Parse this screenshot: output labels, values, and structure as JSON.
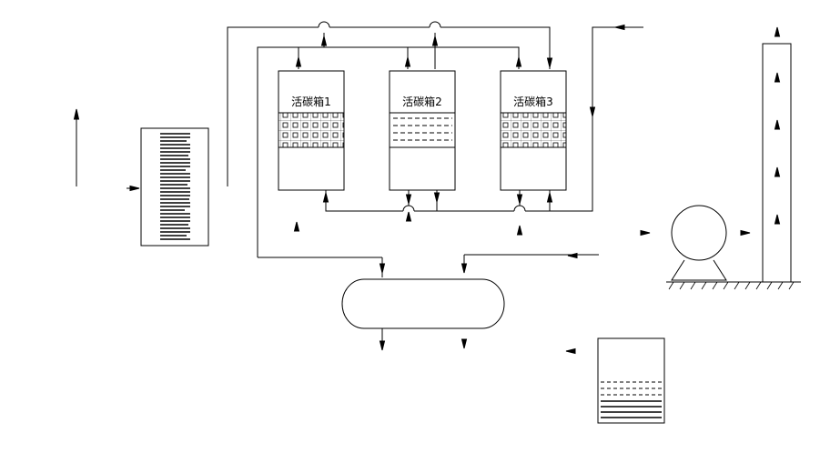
{
  "canvas": {
    "background": "#ffffff",
    "stroke": "#000000"
  },
  "boxes": [
    {
      "id": "box1",
      "label": "活碳箱1",
      "fill": "squares"
    },
    {
      "id": "box2",
      "label": "活碳箱2",
      "fill": "dashes"
    },
    {
      "id": "box3",
      "label": "活碳箱3",
      "fill": "squares"
    }
  ],
  "other_units": [
    {
      "id": "filter",
      "icon": "striped-filter-icon"
    },
    {
      "id": "tank",
      "icon": "horizontal-tank-icon"
    },
    {
      "id": "fan",
      "icon": "fan-icon"
    },
    {
      "id": "stack",
      "icon": "chimney-stack-icon"
    },
    {
      "id": "liquid-tank",
      "icon": "liquid-tank-icon"
    }
  ]
}
